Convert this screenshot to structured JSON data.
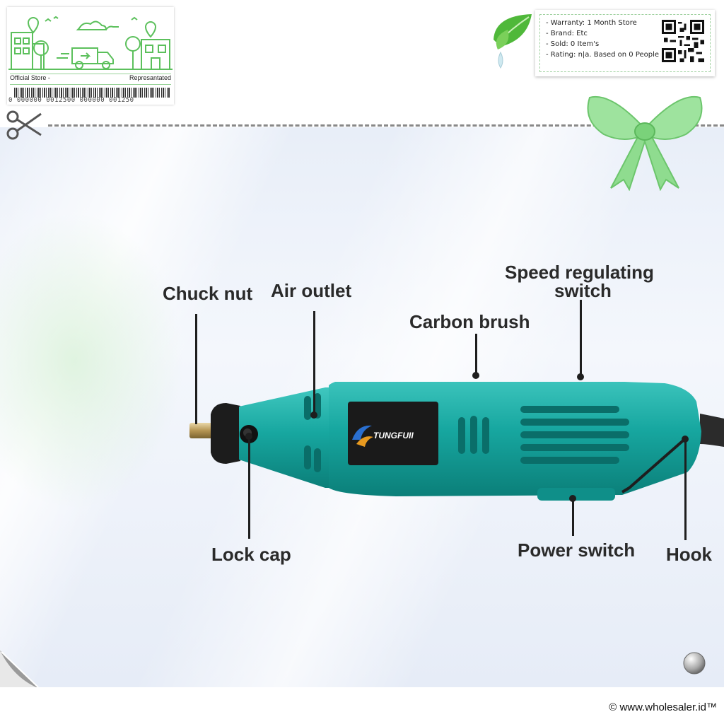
{
  "store_card": {
    "left_label": "Official Store -",
    "right_label": "Represantated",
    "barcode_text": "0 000000 0012500 000000 001250"
  },
  "info": {
    "warranty": "- Warranty: 1 Month Store",
    "brand": "- Brand: Etc",
    "sold": "- Sold: 0 Item's",
    "rating": "- Rating: n|a. Based on 0 People"
  },
  "product": {
    "logo_text": "TUNGFUII",
    "body_color": "#17a7a0",
    "labels": {
      "chuck_nut": "Chuck nut",
      "air_outlet": "Air outlet",
      "carbon_brush": "Carbon brush",
      "speed_line1": "Speed regulating",
      "speed_line2": "switch",
      "lock_cap": "Lock cap",
      "power_switch": "Power switch",
      "hook": "Hook"
    }
  },
  "colors": {
    "accent_green": "#7fd07f",
    "leaf_green": "#5cbf3a"
  },
  "footer": {
    "copyright": "© www.wholesaler.id™"
  }
}
